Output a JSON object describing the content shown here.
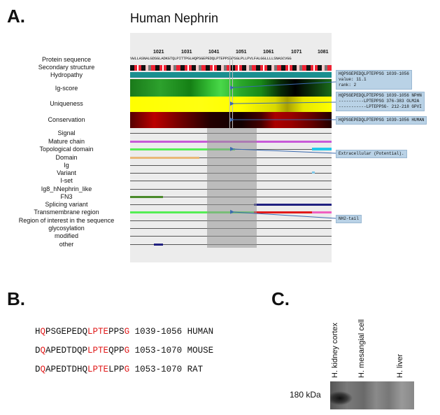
{
  "panels": {
    "a": "A.",
    "b": "B.",
    "c": "C."
  },
  "title": "Human Nephrin",
  "ticks": [
    "1021",
    "1031",
    "1041",
    "1051",
    "1061",
    "1071",
    "1081"
  ],
  "top_sequence": "VWLLASNALGDSGLADKGTQLPITTPGLHQPSGEPEDQLPTEPPSGPSGLPLLPVLFALGGLLLLSNASCVGG",
  "row_labels_top": [
    "Protein sequence",
    "Secondary structure",
    "Hydropathy",
    "Ig-score",
    "Uniqueness",
    "Conservation"
  ],
  "row_labels_bottom": [
    "Signal",
    "Mature chain",
    "Topological domain",
    "Domain",
    "Ig",
    "Variant",
    "I-set",
    "Ig8_hNephrin_like",
    "FN3",
    "Splicing variant",
    "Transmembrane region",
    "Region of interest in the sequence",
    "glycosylation",
    "modified",
    "other"
  ],
  "callouts": {
    "hydro": [
      "HQPSGEPEDQLPTEPPSG 1039-1056",
      "value: 11.1",
      "rank: 2"
    ],
    "uniq": [
      "HQPSGEPEDQLPTEPPSG 1039-1056 NPHN",
      "----------LPTEPPSG 376-383 OLM2A",
      "-----------LPTEPPSG- 212-218 GPVI"
    ],
    "cons": [
      "HQPSGEPEDQLPTEPPSG 1039-1056 HUMAN"
    ],
    "topo": [
      "Extracellular (Potential)."
    ],
    "tm": [
      "NH2-tail"
    ]
  },
  "alignment": [
    {
      "parts": [
        "H",
        "Q",
        "PSGEPEDQ",
        "LPTE",
        "PPS",
        "G"
      ],
      "rest": " 1039-1056 HUMAN"
    },
    {
      "parts": [
        "D",
        "Q",
        "APEDTDQP",
        "LPTE",
        "QPP",
        "G"
      ],
      "rest": " 1053-1070 MOUSE"
    },
    {
      "parts": [
        "D",
        "Q",
        "APEDTDHQ",
        "LPTE",
        "LPP",
        "G"
      ],
      "rest": " 1053-1070 RAT"
    }
  ],
  "blot": {
    "lanes": [
      "H. kidney cortex",
      "H. mesangial cell",
      "H. liver"
    ],
    "marker": "180 kDa"
  },
  "colors": {
    "red": "#e01818",
    "teal": "#1a8f8f",
    "magenta": "#c85ad8",
    "green_bar": "#55ee55",
    "cyan": "#22c8ea",
    "tan": "#e8b878",
    "olive": "#4a8a2a",
    "navy": "#202080",
    "tm_red": "#e21a1a",
    "tm_pink": "#f060c0",
    "callout": "#b9d2e6"
  }
}
